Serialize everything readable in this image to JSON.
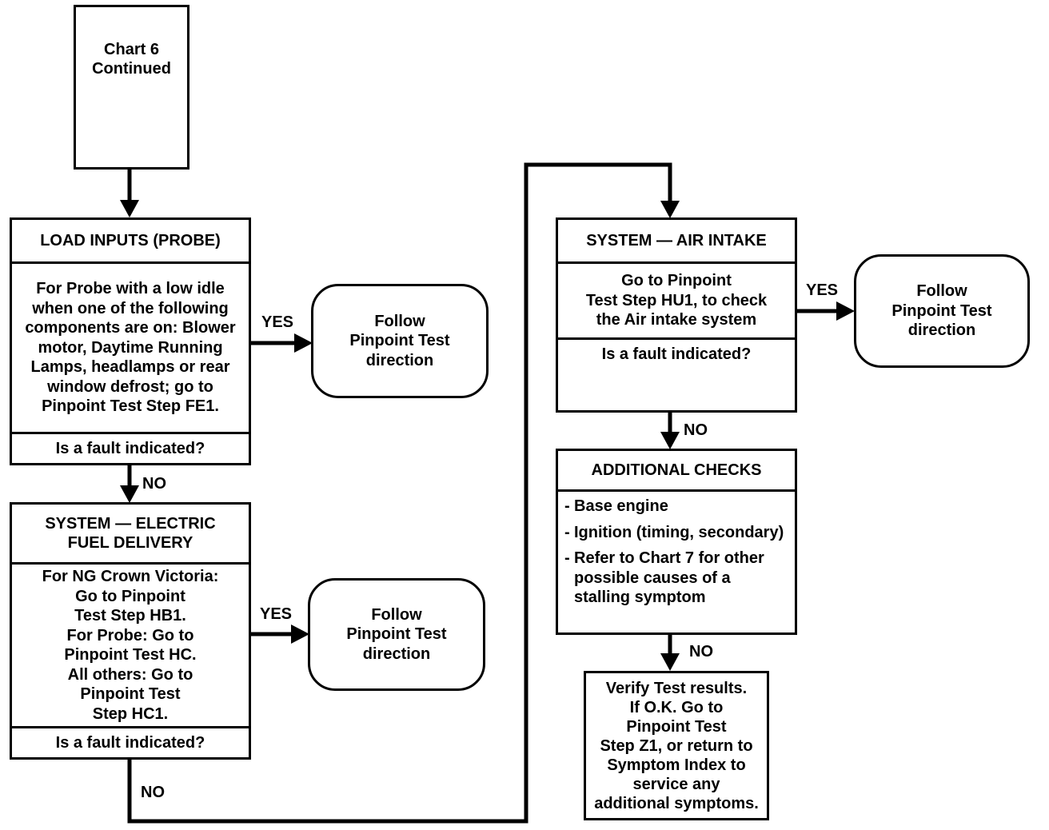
{
  "start": {
    "lines": [
      "Chart 6",
      "Continued"
    ]
  },
  "load_inputs": {
    "title": "LOAD INPUTS (PROBE)",
    "body_lines": [
      "For Probe with a low idle",
      "when one of the following",
      "components are on: Blower",
      "motor, Daytime Running",
      "Lamps, headlamps or rear",
      "window defrost; go to",
      "Pinpoint Test  Step FE1."
    ],
    "question": "Is a fault indicated?"
  },
  "fuel_delivery": {
    "title_lines": [
      "SYSTEM — ELECTRIC",
      "FUEL DELIVERY"
    ],
    "ng_label": "For NG Crown Victoria:",
    "ng_lines": [
      "Go to Pinpoint",
      "Test Step HB1."
    ],
    "probe_label": "For Probe:",
    "probe_text": " Go to",
    "probe_line2": "Pinpoint Test HC.",
    "others_label": "All others:",
    "others_text": " Go to",
    "others_lines": [
      "Pinpoint Test",
      "Step HC1."
    ],
    "question": "Is a fault indicated?"
  },
  "air_intake": {
    "title": "SYSTEM — AIR INTAKE",
    "body_lines": [
      "Go to Pinpoint",
      "Test Step HU1, to check",
      "the Air intake system"
    ],
    "question": "Is a fault indicated?"
  },
  "additional_checks": {
    "title": "ADDITIONAL CHECKS",
    "items": [
      {
        "dash": "-",
        "lines": [
          "Base engine"
        ]
      },
      {
        "dash": "-",
        "lines": [
          "Ignition (timing, secondary)"
        ]
      },
      {
        "dash": "-",
        "lines": [
          "Refer to Chart 7 for other",
          "possible causes of a",
          "stalling symptom"
        ]
      }
    ]
  },
  "verify": {
    "lines": [
      "Verify Test results.",
      "If O.K. Go to",
      "Pinpoint Test",
      "Step Z1, or return to",
      "Symptom Index to",
      "service any",
      "additional symptoms."
    ]
  },
  "follow": {
    "lines": [
      "Follow",
      "Pinpoint Test",
      "direction"
    ]
  },
  "labels": {
    "yes": "YES",
    "no": "NO"
  }
}
